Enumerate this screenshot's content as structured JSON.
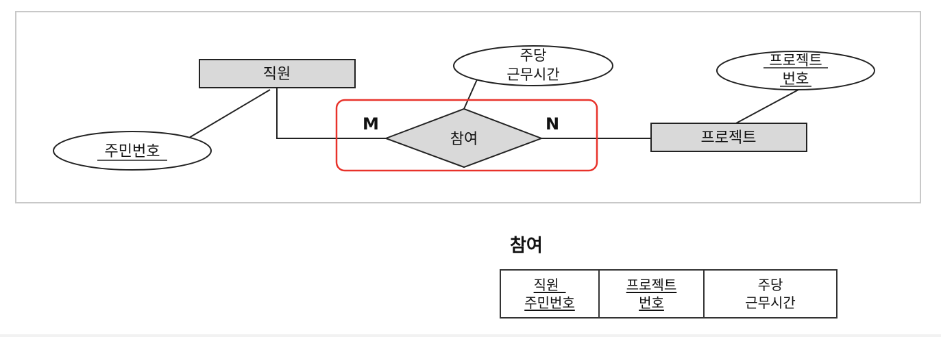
{
  "er_diagram": {
    "entities": {
      "employee": "직원",
      "project": "프로젝트"
    },
    "relationship": {
      "label": "참여",
      "cardinality_left": "M",
      "cardinality_right": "N"
    },
    "attributes": {
      "resident_number": "주민번호",
      "weekly_hours_line1": "주당",
      "weekly_hours_line2": "근무시간",
      "project_number_line1": "프로젝트",
      "project_number_line2": "번호"
    },
    "colors": {
      "highlight_box": "#e8322a",
      "shape_fill": "#d9d9d9",
      "frame_border": "#c8c8c8"
    }
  },
  "relation_table": {
    "title": "참여",
    "columns": [
      {
        "line1": "직원_",
        "line2": "주민번호",
        "primary_key": true
      },
      {
        "line1": "프로젝트",
        "line2": "번호",
        "primary_key": true
      },
      {
        "line1": "주당",
        "line2": "근무시간",
        "primary_key": false
      }
    ]
  }
}
